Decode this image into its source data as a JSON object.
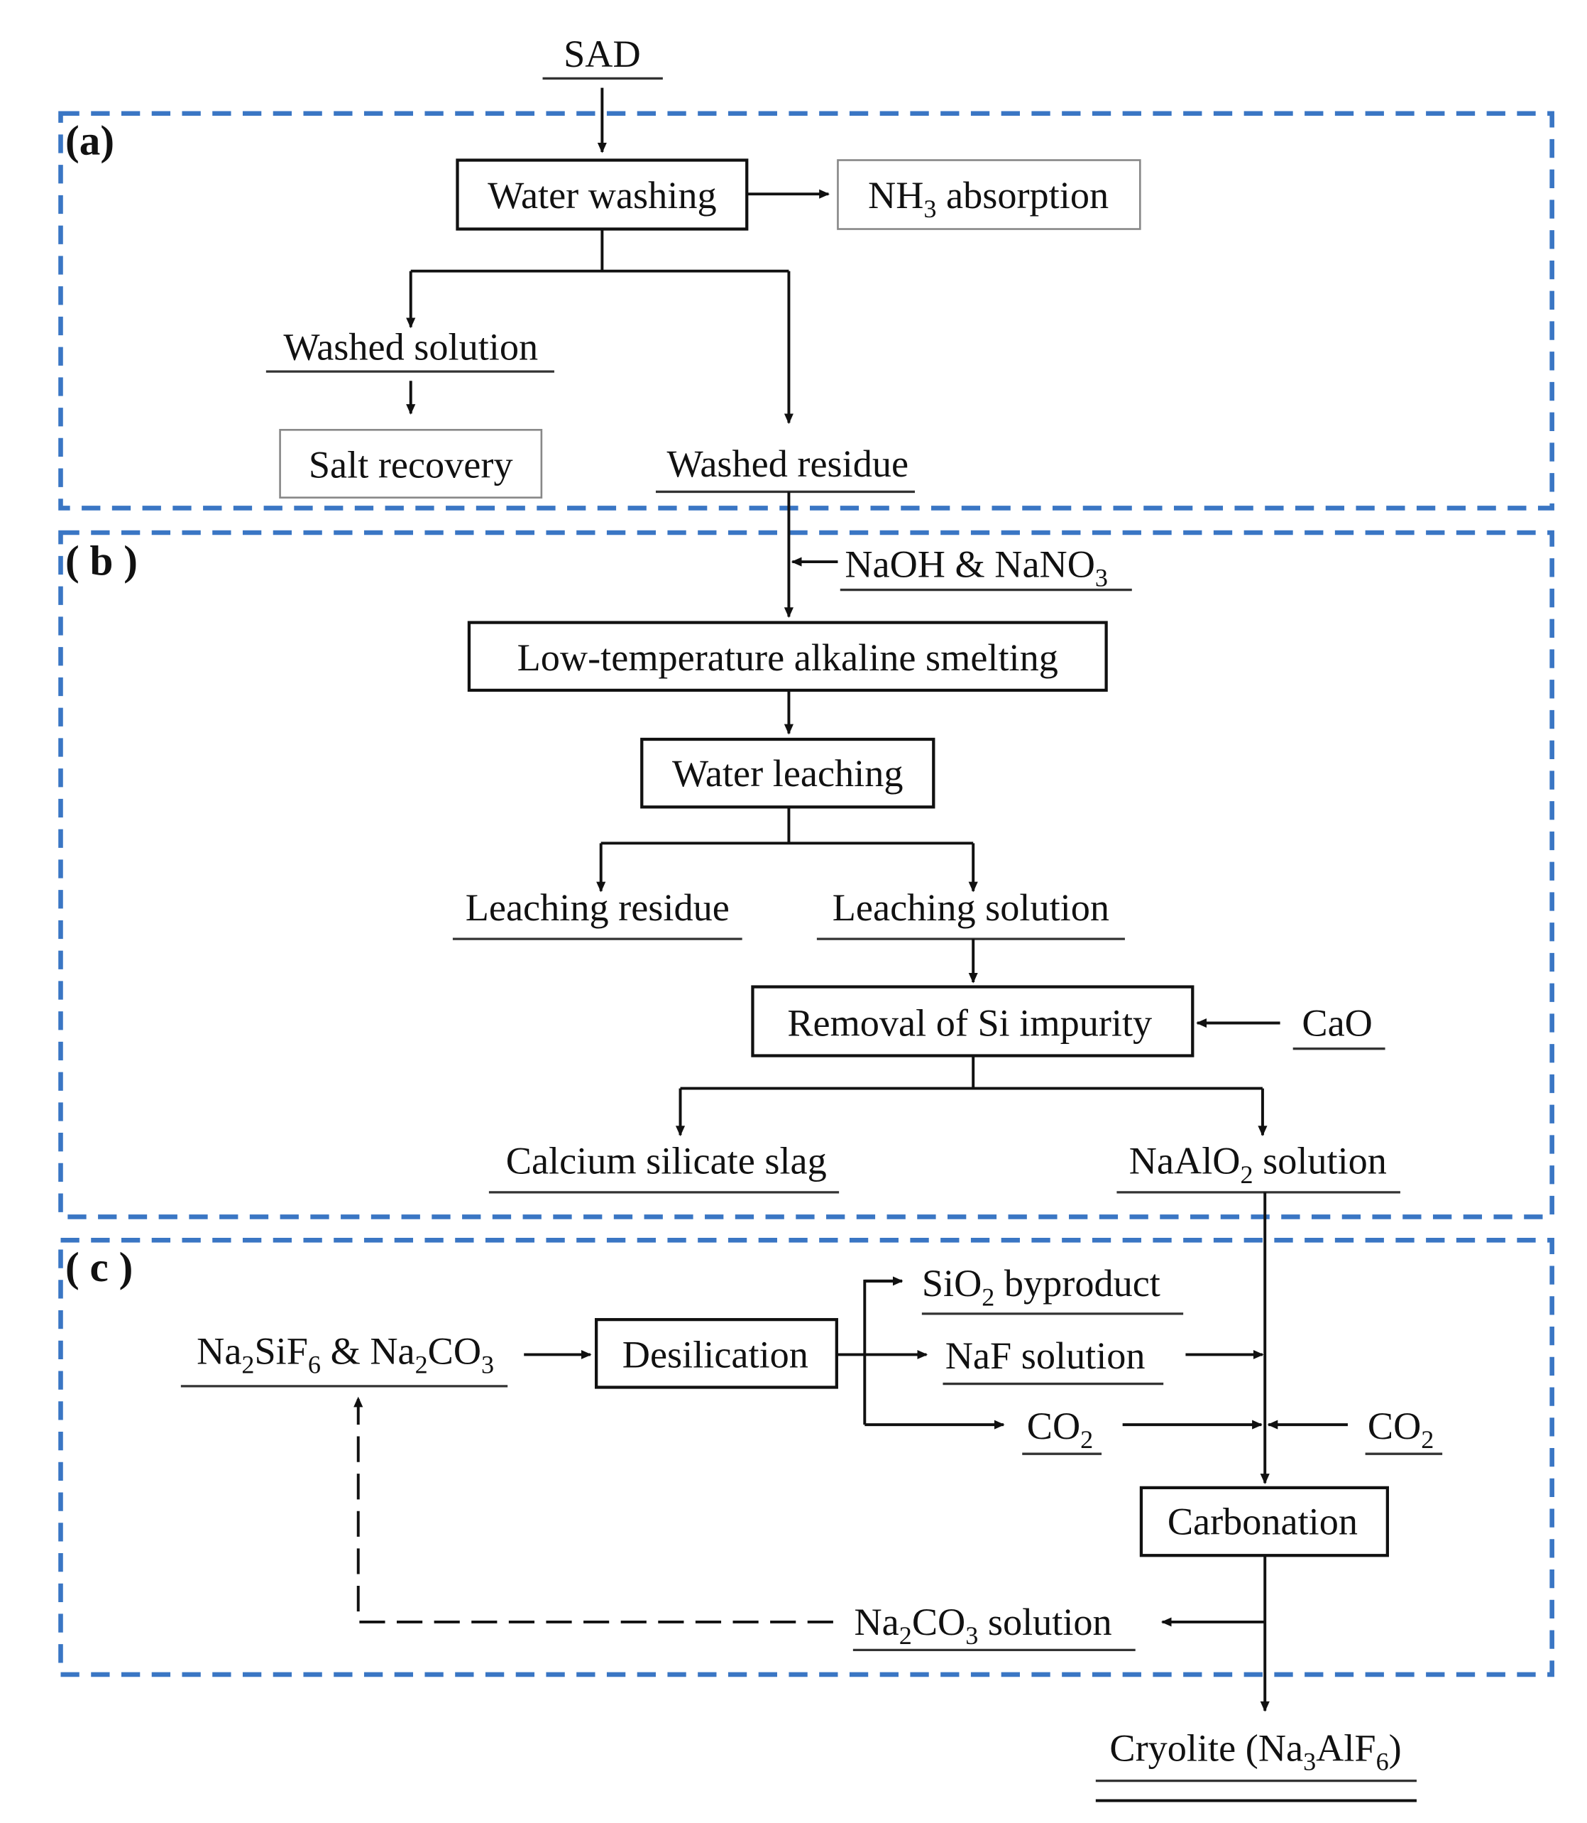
{
  "colors": {
    "section_border": "#3a76c4",
    "line": "#111111"
  },
  "input": "SAD",
  "sections": {
    "a": "(a)",
    "b": "( b )",
    "c": "( c )"
  },
  "a": {
    "water_washing": "Water washing",
    "nh3": [
      "NH",
      "3",
      " absorption"
    ],
    "washed_solution": "Washed solution",
    "salt_recovery": "Salt recovery",
    "washed_residue": "Washed residue"
  },
  "b": {
    "reagent": [
      "NaOH & NaNO",
      "3"
    ],
    "smelting": "Low-temperature alkaline smelting",
    "water_leaching": "Water leaching",
    "leaching_residue": "Leaching residue",
    "leaching_solution": "Leaching solution",
    "removal_si": "Removal of Si impurity",
    "cao": "CaO",
    "slag": "Calcium silicate slag",
    "naalo2": [
      "NaAlO",
      "2",
      " solution"
    ]
  },
  "c": {
    "reagents": [
      "Na",
      "2",
      "SiF",
      "6",
      " & Na",
      "2",
      "CO",
      "3"
    ],
    "desilication": "Desilication",
    "sio2": [
      "SiO",
      "2",
      " byproduct"
    ],
    "naf": "NaF solution",
    "co2_mid": [
      "CO",
      "2"
    ],
    "co2_right": [
      "CO",
      "2"
    ],
    "carbonation": "Carbonation",
    "na2co3": [
      "Na",
      "2",
      "CO",
      "3",
      " solution"
    ]
  },
  "output": [
    "Cryolite (Na",
    "3",
    "AlF",
    "6",
    ")"
  ]
}
